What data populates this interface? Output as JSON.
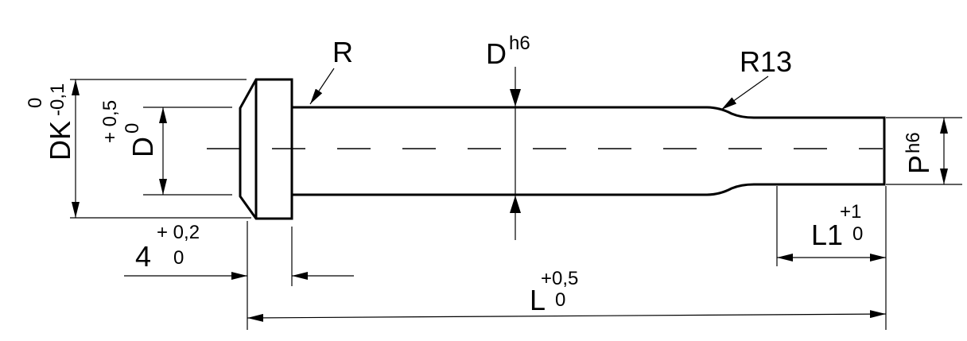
{
  "diagram": {
    "labels": {
      "head_radius": "R",
      "shaft_diameter": "D",
      "shaft_tolerance": "h6",
      "fillet_radius": "R13",
      "head_diameter": "DK",
      "head_dk_tol_upper": "0",
      "head_dk_tol_lower": "-0,1",
      "bore_diameter": "D",
      "bore_tol_upper": "+ 0,5",
      "bore_tol_lower": "0",
      "head_length": "4",
      "head_length_tol_upper": "+ 0,2",
      "head_length_tol_lower": "0",
      "total_length": "L",
      "total_length_tol_upper": "+0,5",
      "total_length_tol_lower": "0",
      "tip_length": "L1",
      "tip_length_tol_upper": "+1",
      "tip_length_tol_lower": "0",
      "tip_diameter": "P",
      "tip_tolerance": "h6"
    },
    "colors": {
      "line": "#000000",
      "background": "#ffffff"
    }
  }
}
